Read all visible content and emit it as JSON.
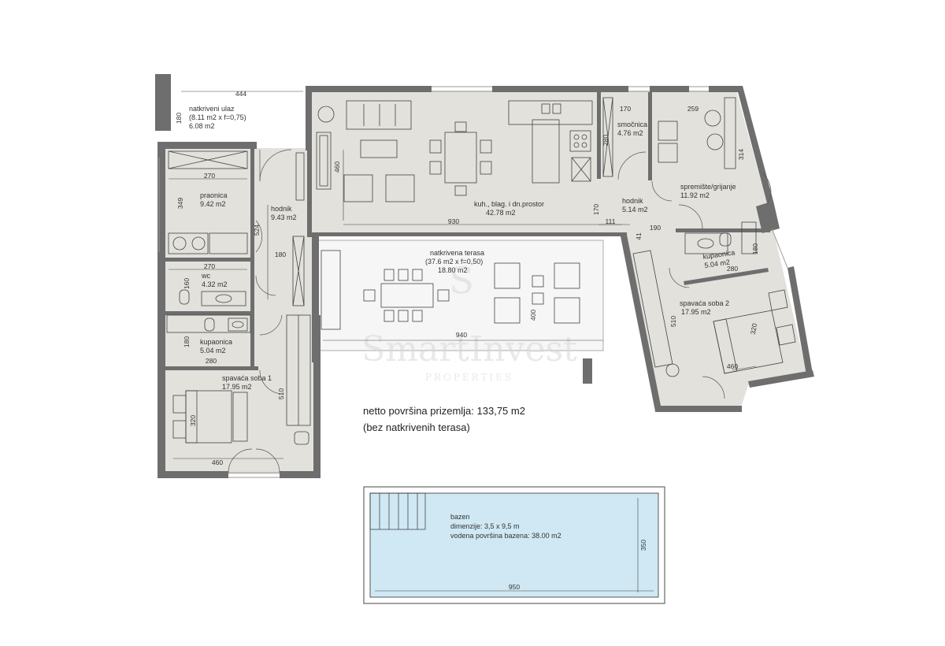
{
  "rooms": {
    "natkriveni_ulaz": {
      "dim": "444",
      "dim_side": "180",
      "name": "natkriveni ulaz",
      "formula": "(8.11 m2 x f=0,75)",
      "area": "6.08 m2"
    },
    "praonica": {
      "name": "praonica",
      "area": "9.42 m2",
      "dim_w": "270",
      "dim_h": "349"
    },
    "hodnik_1": {
      "name": "hodnik",
      "area": "9.43 m2",
      "dim_h": "524",
      "dim_w": "180"
    },
    "wc": {
      "name": "wc",
      "area": "4.32 m2",
      "dim_w": "270",
      "dim_h": "160"
    },
    "kupaonica_1": {
      "name": "kupaonica",
      "area": "5.04 m2",
      "dim_w": "280",
      "dim_h": "180"
    },
    "spavaca_soba_1": {
      "name": "spavaća soba 1",
      "area": "17.95 m2",
      "dim_w": "460",
      "dim_h": "510",
      "bed_dim": "320"
    },
    "dnevni": {
      "name": "kuh., blag. i dn.prostor",
      "area": "42.78 m2",
      "dim_w": "930",
      "dim_h": "460",
      "dim_170": "170",
      "dim_111": "111"
    },
    "smocnica": {
      "name": "smočnica",
      "area": "4.76 m2",
      "dim_w": "170",
      "dim_h": "280"
    },
    "spremiste": {
      "name": "spremište/grijanje",
      "area": "11.92 m2",
      "dim_w": "259",
      "dim_h": "314"
    },
    "hodnik_2": {
      "name": "hodnik",
      "area": "5.14 m2",
      "dim_190": "190",
      "dim_41": "41"
    },
    "kupaonica_2": {
      "name": "kupaonica",
      "area": "5.04 m2",
      "dim_w": "280",
      "dim_h": "180"
    },
    "spavaca_soba_2": {
      "name": "spavaća soba 2",
      "area": "17.95 m2",
      "dim_h": "510",
      "dim_w": "460",
      "bed_dim": "320"
    },
    "terasa": {
      "name": "natkrivena terasa",
      "formula": "(37.6 m2 x f=0,50)",
      "area": "18.80 m2",
      "dim_w": "940",
      "dim_h": "400"
    }
  },
  "summary": {
    "line1": "netto površina prizemlja: 133,75 m2",
    "line2": "(bez natkrivenih terasa)"
  },
  "pool": {
    "name": "bazen",
    "dimensions": "dimenzije: 3,5 x 9,5 m",
    "water_area": "vodena površina bazena: 38.00 m2",
    "dim_w": "950",
    "dim_h": "350"
  },
  "watermark": {
    "brand": "SmartInvest",
    "sub": "PROPERTIES",
    "letter": "S"
  },
  "colors": {
    "wall": "#6e6e6e",
    "floor": "#e2e1dc",
    "terrace": "#f7f7f7",
    "pool": "#cfe8f3",
    "line": "#333333"
  }
}
